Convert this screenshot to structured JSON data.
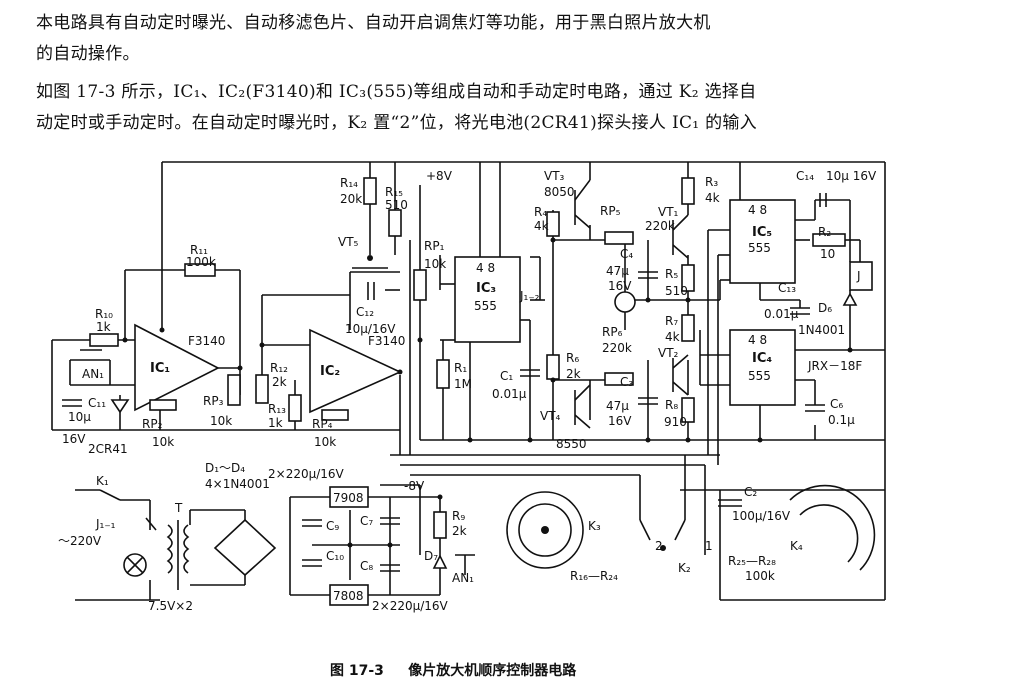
{
  "text": {
    "para1_line1": "本电路具有自动定时曝光、自动移滤色片、自动开启调焦灯等功能，用于黑白照片放大机",
    "para1_line2": "的自动操作。",
    "para2_line1": "如图 17-3 所示，IC₁、IC₂(F3140)和 IC₃(555)等组成自动和手动定时电路，通过 K₂ 选择自",
    "para2_line2": "动定时或手动定时。在自动定时曝光时，K₂ 置“2”位，将光电池(2CR41)探头接人 IC₁ 的输入"
  },
  "caption": {
    "number": "图 17-3",
    "title": "像片放大机顺序控制器电路"
  },
  "labels": {
    "R11": "R₁₁",
    "R11v": "100k",
    "R10": "R₁₀",
    "R10v": "1k",
    "AN1": "AN₁",
    "C11": "C₁₁",
    "C11v": "10μ",
    "C11v2": "16V",
    "cell": "2CR41",
    "IC1": "IC₁",
    "F3140a": "F3140",
    "RP2": "RP₂",
    "RP2v": "10k",
    "RP3": "RP₃",
    "RP3v": "10k",
    "R12": "R₁₂",
    "R12v": "2k",
    "R13": "R₁₃",
    "R13v": "1k",
    "IC2": "IC₂",
    "F3140b": "F3140",
    "RP4": "RP₄",
    "RP4v": "10k",
    "C12": "C₁₂",
    "C12v": "10μ/16V",
    "VT5": "VT₅",
    "R14": "R₁₄",
    "R14v": "20k",
    "R15": "R₁₅",
    "R15v": "510",
    "plus8": "+8V",
    "RP1": "RP₁",
    "RP1v": "10k",
    "IC3": "IC₃",
    "IC3t": "555",
    "R1": "R₁",
    "R1v": "1M",
    "C1": "C₁",
    "C1v": "0.01μ",
    "J12": "J₁₋₂",
    "VT3": "VT₃",
    "VT3v": "8050",
    "R4": "R₄",
    "R4v": "4k",
    "RP5": "RP₅",
    "VT1": "VT₁",
    "VT1v": "220k",
    "C4": "C₄",
    "C4v": "47μ",
    "C4v2": "16V",
    "R5": "R₅",
    "R5v": "510",
    "R3": "R₃",
    "R3v": "4k",
    "R6": "R₆",
    "R6v": "2k",
    "RP6": "RP₆",
    "RP6v": "220k",
    "C3": "C₃",
    "C3v": "47μ",
    "C3v2": "16V",
    "VT2": "VT₂",
    "R7": "R₇",
    "R7v": "4k",
    "R8": "R₈",
    "R8v": "910",
    "VT4": "VT₄",
    "VT4v": "8550",
    "IC5": "IC₅",
    "IC5t": "555",
    "C13": "C₁₃",
    "C13v": "0.01μ",
    "C14": "C₁₄",
    "C14v": "10μ 16V",
    "R2": "R₂",
    "R2v": "10",
    "J": "J",
    "D6": "D₆",
    "D6v": "1N4001",
    "IC4": "IC₄",
    "IC4t": "555",
    "JRX": "JRX－18F",
    "C6": "C₆",
    "C6v": "0.1μ",
    "K1": "K₁",
    "J11": "J₁₋₁",
    "V220": "～220V",
    "T": "T",
    "D14": "D₁～D₄",
    "D14v": "4×1N4001",
    "cap2x": "2×220μ/16V",
    "reg7908": "7908",
    "reg7808": "7808",
    "C9": "C₉",
    "C10": "C₁₀",
    "C7": "C₇",
    "C8": "C₈",
    "minus8": "-8V",
    "R9": "R₉",
    "R9v": "2k",
    "D7": "D₇",
    "AN1b": "AN₁",
    "trans": "7.5V×2",
    "cap2x_b": "2×220μ/16V",
    "K3": "K₃",
    "R1624": "R₁₆—R₂₄",
    "K2": "K₂",
    "k2_2": "2",
    "k2_1": "1",
    "C2": "C₂",
    "C2v": "100μ/16V",
    "K4": "K₄",
    "R2528": "R₂₅—R₂₈",
    "R2528v": "100k"
  }
}
